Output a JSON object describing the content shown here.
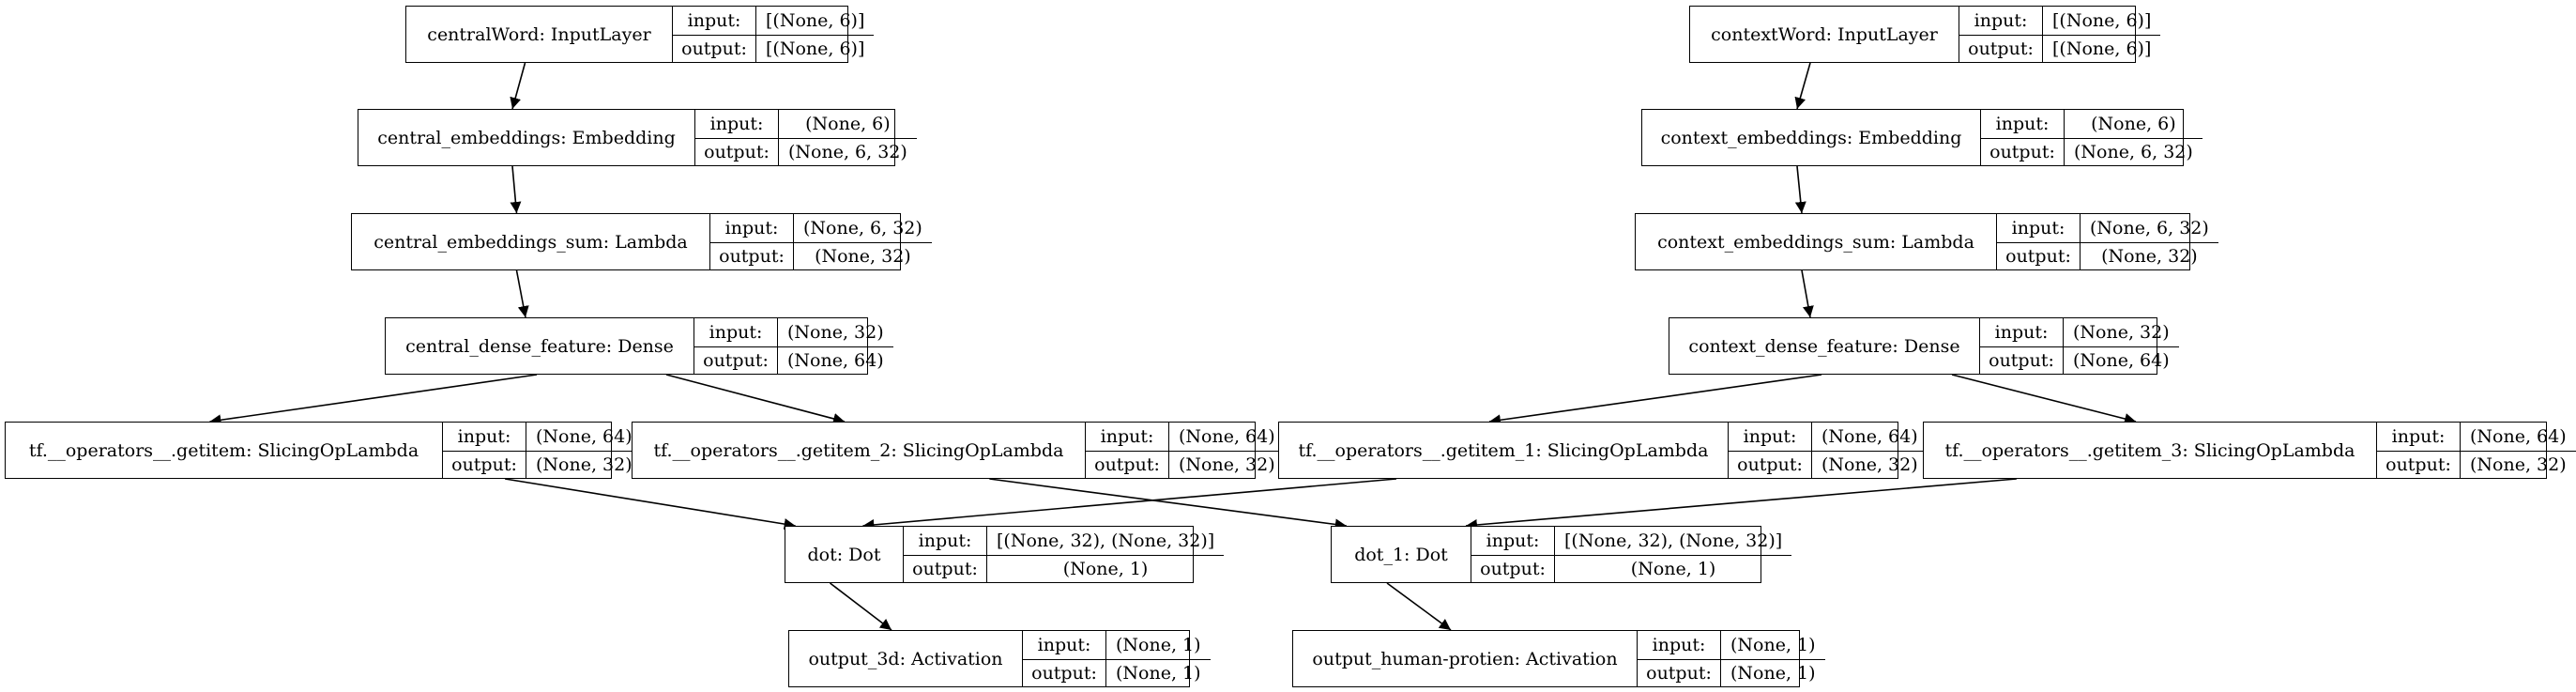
{
  "io_labels": {
    "input": "input:",
    "output": "output:"
  },
  "nodes": [
    {
      "id": "centralWord",
      "name": "centralWord: InputLayer",
      "input": "[(None, 6)]",
      "output": "[(None, 6)]"
    },
    {
      "id": "central_embeddings",
      "name": "central_embeddings: Embedding",
      "input": "(None, 6)",
      "output": "(None, 6, 32)"
    },
    {
      "id": "central_embeddings_sum",
      "name": "central_embeddings_sum: Lambda",
      "input": "(None, 6, 32)",
      "output": "(None, 32)"
    },
    {
      "id": "central_dense_feature",
      "name": "central_dense_feature: Dense",
      "input": "(None, 32)",
      "output": "(None, 64)"
    },
    {
      "id": "getitem",
      "name": "tf.__operators__.getitem: SlicingOpLambda",
      "input": "(None, 64)",
      "output": "(None, 32)"
    },
    {
      "id": "getitem_2",
      "name": "tf.__operators__.getitem_2: SlicingOpLambda",
      "input": "(None, 64)",
      "output": "(None, 32)"
    },
    {
      "id": "dot",
      "name": "dot: Dot",
      "input": "[(None, 32), (None, 32)]",
      "output": "(None, 1)"
    },
    {
      "id": "output_3d",
      "name": "output_3d: Activation",
      "input": "(None, 1)",
      "output": "(None, 1)"
    },
    {
      "id": "contextWord",
      "name": "contextWord: InputLayer",
      "input": "[(None, 6)]",
      "output": "[(None, 6)]"
    },
    {
      "id": "context_embeddings",
      "name": "context_embeddings: Embedding",
      "input": "(None, 6)",
      "output": "(None, 6, 32)"
    },
    {
      "id": "context_embeddings_sum",
      "name": "context_embeddings_sum: Lambda",
      "input": "(None, 6, 32)",
      "output": "(None, 32)"
    },
    {
      "id": "context_dense_feature",
      "name": "context_dense_feature: Dense",
      "input": "(None, 32)",
      "output": "(None, 64)"
    },
    {
      "id": "getitem_1",
      "name": "tf.__operators__.getitem_1: SlicingOpLambda",
      "input": "(None, 64)",
      "output": "(None, 32)"
    },
    {
      "id": "getitem_3",
      "name": "tf.__operators__.getitem_3: SlicingOpLambda",
      "input": "(None, 64)",
      "output": "(None, 32)"
    },
    {
      "id": "dot_1",
      "name": "dot_1: Dot",
      "input": "[(None, 32), (None, 32)]",
      "output": "(None, 1)"
    },
    {
      "id": "output_human",
      "name": "output_human-protien: Activation",
      "input": "(None, 1)",
      "output": "(None, 1)"
    }
  ],
  "edges": [
    [
      "centralWord",
      "central_embeddings"
    ],
    [
      "central_embeddings",
      "central_embeddings_sum"
    ],
    [
      "central_embeddings_sum",
      "central_dense_feature"
    ],
    [
      "central_dense_feature",
      "getitem"
    ],
    [
      "central_dense_feature",
      "getitem_2"
    ],
    [
      "contextWord",
      "context_embeddings"
    ],
    [
      "context_embeddings",
      "context_embeddings_sum"
    ],
    [
      "context_embeddings_sum",
      "context_dense_feature"
    ],
    [
      "context_dense_feature",
      "getitem_1"
    ],
    [
      "context_dense_feature",
      "getitem_3"
    ],
    [
      "getitem",
      "dot"
    ],
    [
      "getitem_1",
      "dot"
    ],
    [
      "getitem_2",
      "dot_1"
    ],
    [
      "getitem_3",
      "dot_1"
    ],
    [
      "dot",
      "output_3d"
    ],
    [
      "dot_1",
      "output_human"
    ]
  ]
}
